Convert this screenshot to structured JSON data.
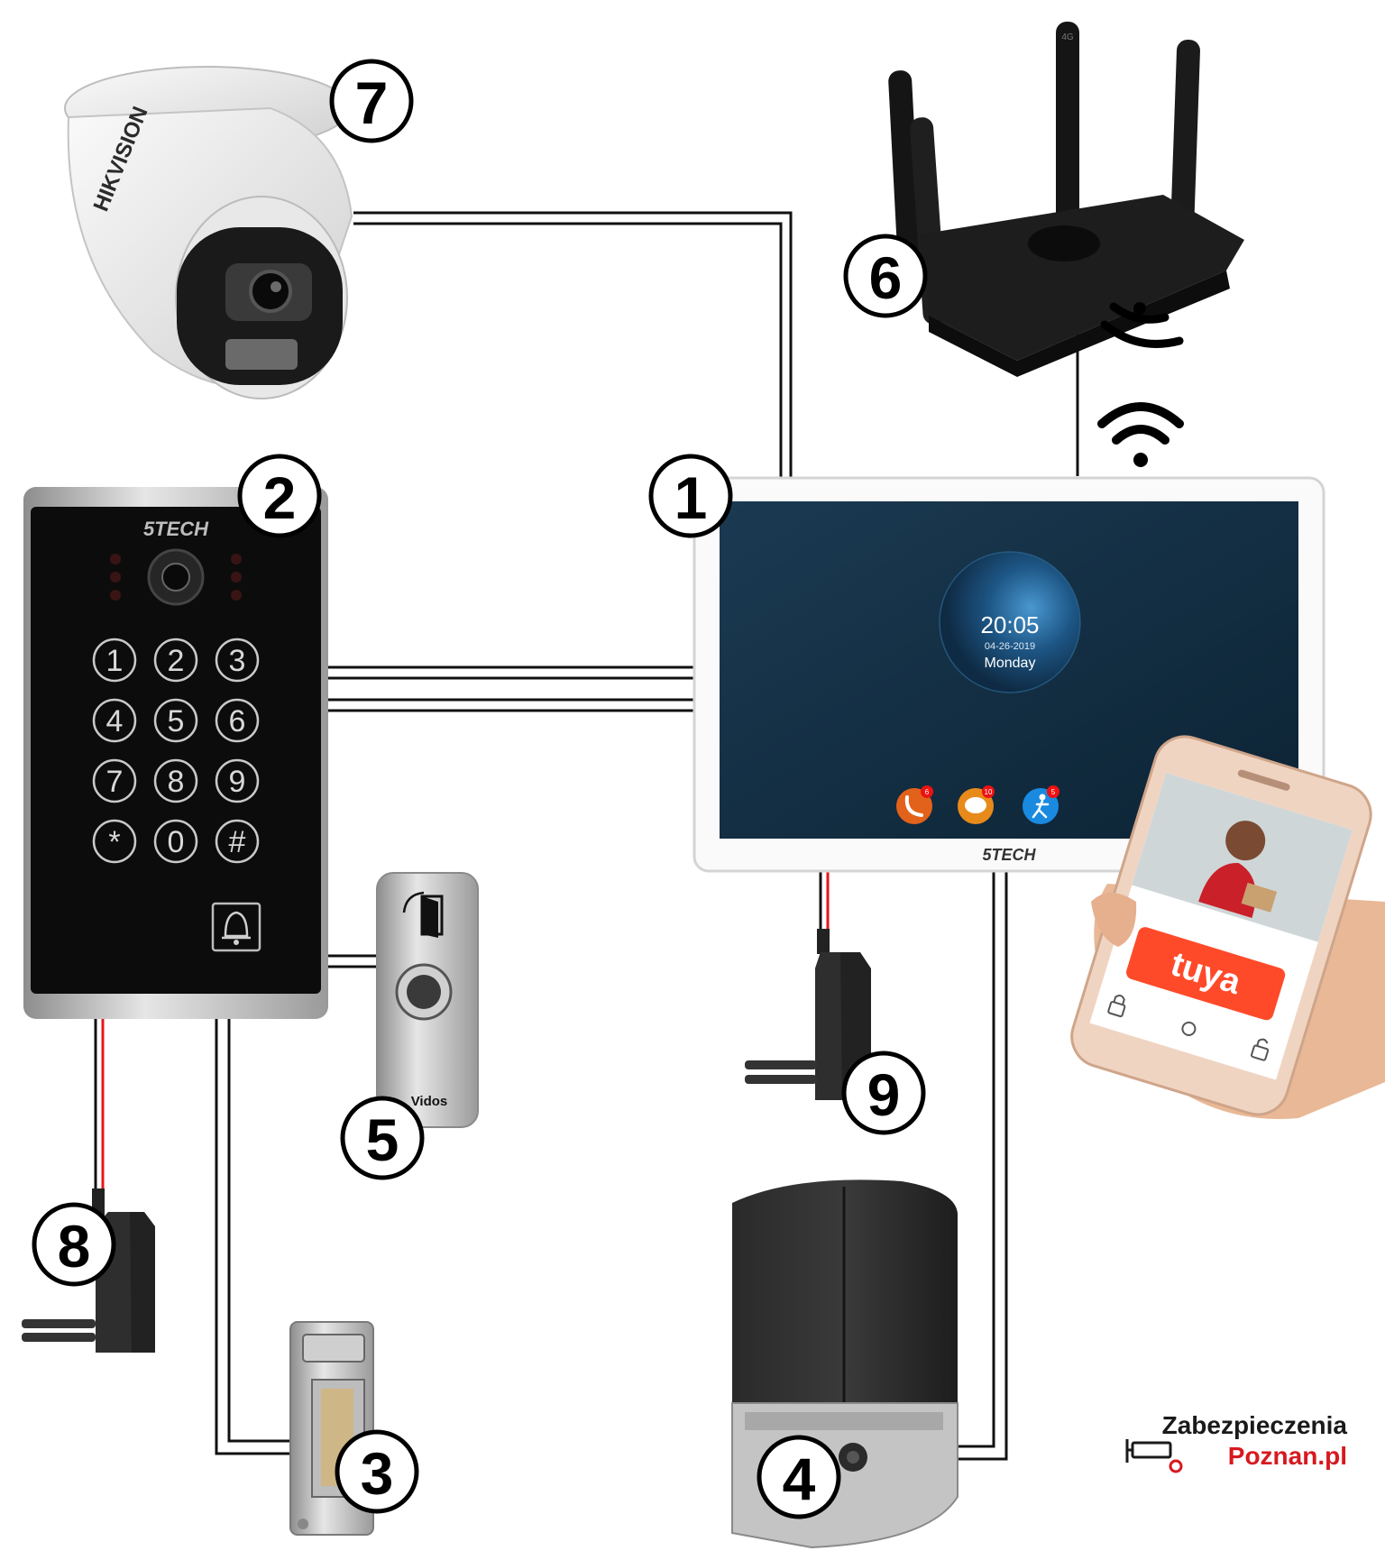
{
  "badges": {
    "monitor": "1",
    "door_station": "2",
    "electric_strike": "3",
    "gate_motor": "4",
    "exit_button": "5",
    "router": "6",
    "camera": "7",
    "psu_door_station": "8",
    "psu_monitor": "9"
  },
  "brand": "5TECH",
  "camera_brand": "HIKVISION",
  "monitor_screen": {
    "time": "20:05",
    "date": "04-26-2019",
    "day": "Monday",
    "app_badges": [
      "6",
      "10",
      "5"
    ]
  },
  "keypad_keys": [
    "1",
    "2",
    "3",
    "4",
    "5",
    "6",
    "7",
    "8",
    "9",
    "*",
    "0",
    "#"
  ],
  "exit_button_brand": "Vidos",
  "phone_app_logo": "tuya",
  "router_label": "4G",
  "logo": {
    "line1": "Zabezpieczenia",
    "line2": "Poznan.pl"
  },
  "colors": {
    "wire": "#111111",
    "power_wire": "#e8141c",
    "monitor_screen": "#0f2a3e",
    "door_station_body": "#0c0c0c",
    "device_dark": "#222222",
    "logo_accent": "#d71920"
  }
}
